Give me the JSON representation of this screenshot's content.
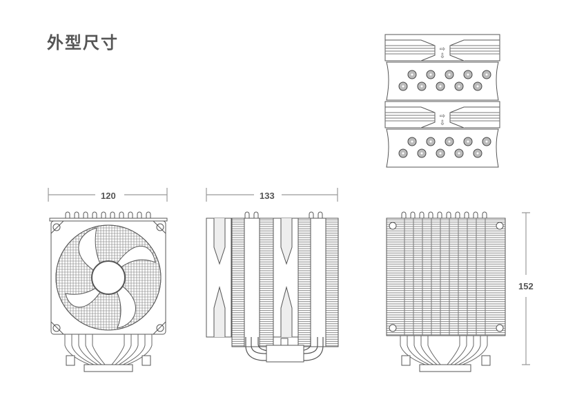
{
  "title": "外型尺寸",
  "dimensions": {
    "width": "120",
    "depth": "133",
    "height": "152"
  },
  "views": {
    "top": "top-view",
    "front": "front-view-fan",
    "side": "side-view",
    "back": "back-view-fins"
  },
  "colors": {
    "line": "#555555",
    "dim_line": "#999999",
    "background": "#ffffff"
  }
}
